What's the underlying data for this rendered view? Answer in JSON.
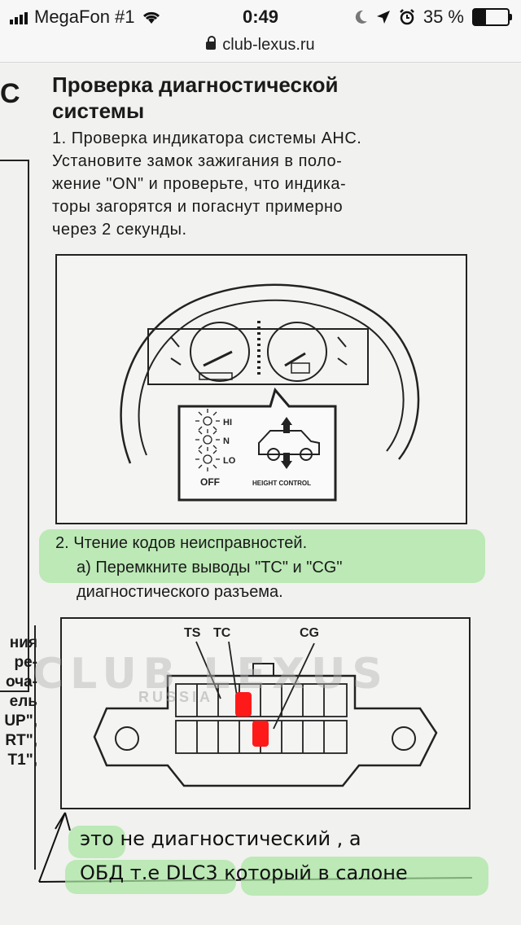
{
  "status": {
    "carrier": "MegaFon #1",
    "time": "0:49",
    "battery": "35 %",
    "battery_level": 0.35
  },
  "browser": {
    "url": "club-lexus.ru"
  },
  "doc": {
    "edge_letter": "C",
    "left_fragment": [
      "ния",
      "ре-",
      "оча-",
      "ель",
      "UP\",",
      "RT\",",
      "T1\","
    ],
    "heading_line1": "Проверка диагностической",
    "heading_line2": "системы",
    "p1": "1. Проверка индикатора системы AHC.",
    "p2": "Установите замок зажигания в поло-",
    "p3": "жение \"ON\" и проверьте, что индика-",
    "p4": "торы загорятся и погаснут примерно",
    "p5": "через 2 секунды.",
    "fig1": {
      "hi": "HI",
      "n": "N",
      "lo": "LO",
      "off": "OFF",
      "height_control": "HEIGHT CONTROL"
    },
    "step2_line1": "2. Чтение кодов неисправностей.",
    "step2_line2": "а) Перемкните выводы \"TC\" и \"CG\"",
    "step2_line3": "диагностического разъема.",
    "fig2": {
      "ts": "TS",
      "tc": "TC",
      "cg": "CG"
    },
    "watermark": "CLUB LEXUS",
    "watermark_sub": "RUSSIA"
  },
  "annotation": {
    "line1": "это не диагностический , а",
    "line2": "ОБД т.е DLC3 который в салоне",
    "marker_color": "#a8e6a0",
    "pin_color": "#ff1a1a"
  }
}
